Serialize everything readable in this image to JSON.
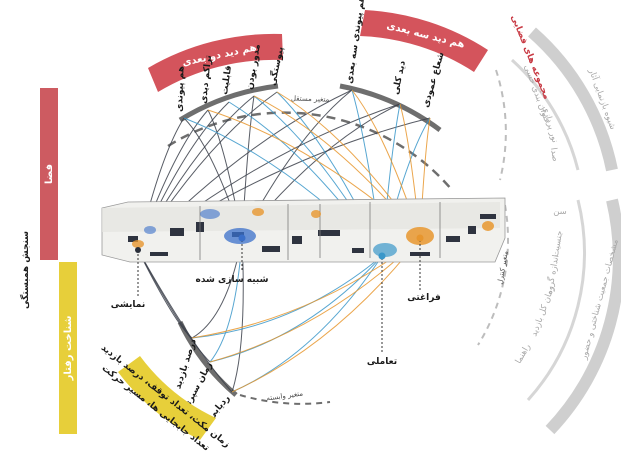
{
  "title": "سنجش همبستگی",
  "left_bars": {
    "top": {
      "label": "فضا",
      "color": "#cd5b61"
    },
    "bottom": {
      "label": "شناخت رفتار",
      "color": "#e7cf3a"
    }
  },
  "arc_banners": {
    "two_d": {
      "label": "هم دید دو بعدی",
      "color": "#d4545c"
    },
    "three_d": {
      "label": "هم دید سه بعدی",
      "color": "#d4545c"
    }
  },
  "top_nodes": {
    "two_d": [
      "هم پیوندی",
      "تراکم دیدی",
      "قابلیت",
      "مدور بودن",
      "پیوستگی"
    ],
    "three_d": [
      "هم پیوندی سه بعدی",
      "دید کلی",
      "شعاع عمودی"
    ]
  },
  "dashed_label": "متغیر مستقل",
  "right_panel": {
    "group_top_red": "مجموعه های فضایی",
    "group_top_items": [
      "عنوان بندی حسی",
      "نور پردازی",
      "صدا"
    ],
    "group_top_vertical": "شیوه بازنمایی آثار",
    "group_bottom_items": [
      "سن",
      "جنسیت",
      "اندازه گروه",
      "زمان کل بازدید",
      "راهنما"
    ],
    "group_bottom_vertical": "مشخصات جمعیت شناختی و حضور",
    "group_bottom_dashed": "متغیر کنترل"
  },
  "bottom_nodes": [
    "درصد بازدید",
    "زمان سپری",
    "ردیابی"
  ],
  "bottom_dashed_label": "متغیر وابسته",
  "yellow_banner": [
    "زمان مکث، تعداد توقف، درصد بازدید",
    "تعداد جابجایی ها، مسیر حرکت"
  ],
  "floor_nodes": {
    "left": "نمایشی",
    "mid": "شبیه سازی شده",
    "center": "تعاملی",
    "right": "فراغتی"
  },
  "colors": {
    "dark": "#3b3f4a",
    "blue": "#3a97c9",
    "orange": "#e7962e",
    "arc": "#6e6e6e",
    "grey": "#c9c9c9"
  }
}
